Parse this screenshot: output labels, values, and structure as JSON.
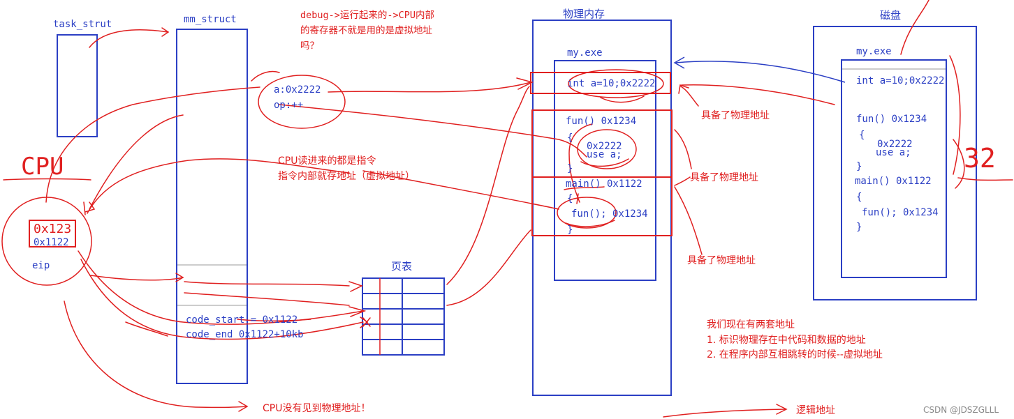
{
  "colors": {
    "blue": "#2b3fc4",
    "red": "#e02020",
    "dark_red": "#c81818",
    "gray": "#888888"
  },
  "labels": {
    "task_strut": "task_strut",
    "mm_struct": "mm_struct",
    "debug_line1": "debug->运行起来的->CPU内部",
    "debug_line2": "的寄存器不就是用的是虚拟地址",
    "debug_line3": "吗？",
    "physical_memory": "物理内存",
    "disk": "磁盘",
    "mem_exe": "my.exe",
    "disk_exe": "my.exe",
    "a_addr": "a:0x2222",
    "op": "op:++",
    "cpu_read_line1": "CPU读进来的都是指令",
    "cpu_read_line2": "指令内部就存地址（虚拟地址）",
    "cpu_hand": "CPU",
    "eip_val1": "0x123",
    "eip_val2": "0x1122",
    "eip": "eip",
    "page_table": "页表",
    "code_start": "code_start = 0x1122",
    "code_end": "code_end  0x1122+10kb",
    "cpu_no_phys": "CPU没有见到物理地址！",
    "has_phys_1": "具备了物理地址",
    "has_phys_2": "具备了物理地址",
    "has_phys_3": "具备了物理地址",
    "two_addr_title": "我们现在有两套地址",
    "two_addr_1": "1.  标识物理存在中代码和数据的地址",
    "two_addr_2": "2.  在程序内部互相跳转的时候--虚拟地址",
    "logical_addr": "逻辑地址",
    "watermark": "CSDN @JDSZGLLL",
    "disk_num": "32"
  },
  "memory_code": {
    "int_a": "int a=10;0x2222",
    "fun": "fun() 0x1234",
    "brace_open1": "{",
    "addr_2222": "0x2222",
    "use_a": "use a;",
    "brace_close1": "}",
    "main": "main() 0x1122",
    "brace_open2": "{",
    "fun_call": "fun(); 0x1234",
    "brace_close2": "}"
  },
  "disk_code": {
    "int_a": "int a=10;0x2222",
    "fun": "fun() 0x1234",
    "brace_open1": "{",
    "addr_2222": "0x2222",
    "use_a": "use a;",
    "brace_close1": "}",
    "main": "main() 0x1122",
    "brace_open2": "{",
    "fun_call": "fun(); 0x1234",
    "brace_close2": "}"
  }
}
